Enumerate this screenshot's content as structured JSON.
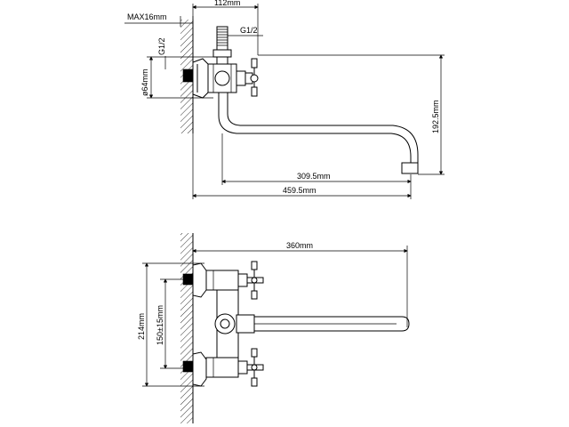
{
  "top_view": {
    "dim_max_wall": "MAX16mm",
    "dim_offset": "112mm",
    "thread_left": "G1/2",
    "thread_right": "G1/2",
    "dim_diameter": "ø64mm",
    "dim_height": "192.5mm",
    "dim_spout_reach": "309.5mm",
    "dim_total_length": "459.5mm"
  },
  "front_view": {
    "dim_spout_length": "360mm",
    "dim_total_height": "214mm",
    "dim_inlet_spacing": "150±15mm"
  }
}
